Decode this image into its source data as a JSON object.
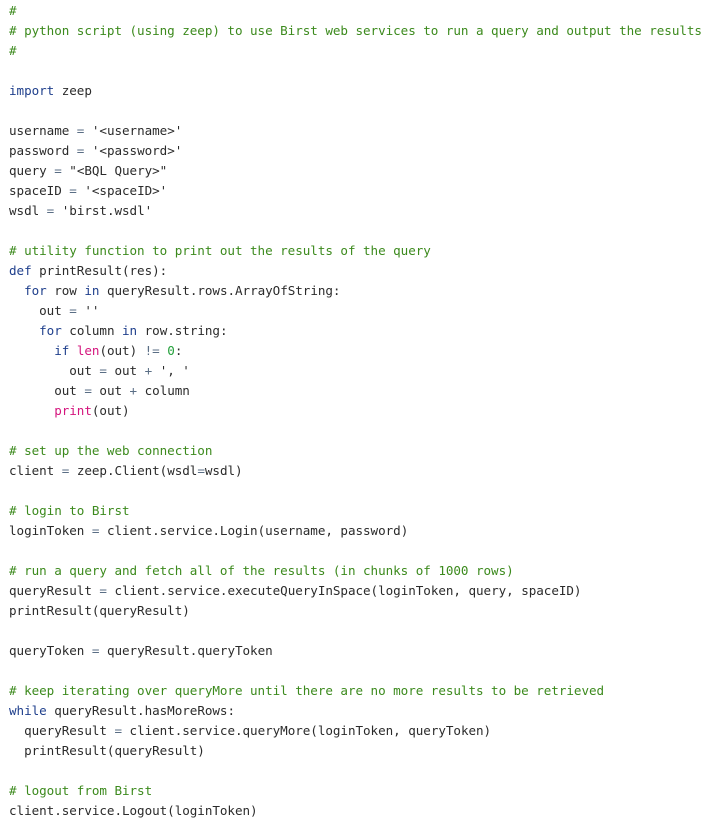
{
  "colors": {
    "background": "#ffffff",
    "text": "#2b2b2b",
    "comment": "#3c8a1d",
    "keyword": "#1f3f8c",
    "builtin": "#d4147d",
    "number": "#22a03a",
    "operator": "#5a6e85"
  },
  "code": {
    "language": "python",
    "lines": [
      [
        {
          "t": "comment",
          "v": "#"
        }
      ],
      [
        {
          "t": "comment",
          "v": "# python script (using zeep) to use Birst web services to run a query and output the results"
        }
      ],
      [
        {
          "t": "comment",
          "v": "#"
        }
      ],
      [],
      [
        {
          "t": "keyword",
          "v": "import"
        },
        {
          "t": "plain",
          "v": " zeep"
        }
      ],
      [],
      [
        {
          "t": "plain",
          "v": "username "
        },
        {
          "t": "op",
          "v": "="
        },
        {
          "t": "string",
          "v": " '<username>'"
        }
      ],
      [
        {
          "t": "plain",
          "v": "password "
        },
        {
          "t": "op",
          "v": "="
        },
        {
          "t": "string",
          "v": " '<password>'"
        }
      ],
      [
        {
          "t": "plain",
          "v": "query "
        },
        {
          "t": "op",
          "v": "="
        },
        {
          "t": "string",
          "v": " \"<BQL Query>\""
        }
      ],
      [
        {
          "t": "plain",
          "v": "spaceID "
        },
        {
          "t": "op",
          "v": "="
        },
        {
          "t": "string",
          "v": " '<spaceID>'"
        }
      ],
      [
        {
          "t": "plain",
          "v": "wsdl "
        },
        {
          "t": "op",
          "v": "="
        },
        {
          "t": "string",
          "v": " 'birst.wsdl'"
        }
      ],
      [],
      [
        {
          "t": "comment",
          "v": "# utility function to print out the results of the query"
        }
      ],
      [
        {
          "t": "keyword",
          "v": "def"
        },
        {
          "t": "plain",
          "v": " printResult(res):"
        }
      ],
      [
        {
          "t": "plain",
          "v": "  "
        },
        {
          "t": "keyword",
          "v": "for"
        },
        {
          "t": "plain",
          "v": " row "
        },
        {
          "t": "keyword",
          "v": "in"
        },
        {
          "t": "plain",
          "v": " queryResult.rows.ArrayOfString:"
        }
      ],
      [
        {
          "t": "plain",
          "v": "    out "
        },
        {
          "t": "op",
          "v": "="
        },
        {
          "t": "string",
          "v": " ''"
        }
      ],
      [
        {
          "t": "plain",
          "v": "    "
        },
        {
          "t": "keyword",
          "v": "for"
        },
        {
          "t": "plain",
          "v": " column "
        },
        {
          "t": "keyword",
          "v": "in"
        },
        {
          "t": "plain",
          "v": " row.string:"
        }
      ],
      [
        {
          "t": "plain",
          "v": "      "
        },
        {
          "t": "keyword",
          "v": "if"
        },
        {
          "t": "plain",
          "v": " "
        },
        {
          "t": "builtin",
          "v": "len"
        },
        {
          "t": "plain",
          "v": "(out) "
        },
        {
          "t": "op",
          "v": "!="
        },
        {
          "t": "plain",
          "v": " "
        },
        {
          "t": "number",
          "v": "0"
        },
        {
          "t": "plain",
          "v": ":"
        }
      ],
      [
        {
          "t": "plain",
          "v": "        out "
        },
        {
          "t": "op",
          "v": "="
        },
        {
          "t": "plain",
          "v": " out "
        },
        {
          "t": "op",
          "v": "+"
        },
        {
          "t": "string",
          "v": " ', '"
        }
      ],
      [
        {
          "t": "plain",
          "v": "      out "
        },
        {
          "t": "op",
          "v": "="
        },
        {
          "t": "plain",
          "v": " out "
        },
        {
          "t": "op",
          "v": "+"
        },
        {
          "t": "plain",
          "v": " column"
        }
      ],
      [
        {
          "t": "plain",
          "v": "      "
        },
        {
          "t": "builtin",
          "v": "print"
        },
        {
          "t": "plain",
          "v": "(out)"
        }
      ],
      [],
      [
        {
          "t": "comment",
          "v": "# set up the web connection"
        }
      ],
      [
        {
          "t": "plain",
          "v": "client "
        },
        {
          "t": "op",
          "v": "="
        },
        {
          "t": "plain",
          "v": " zeep.Client(wsdl"
        },
        {
          "t": "op",
          "v": "="
        },
        {
          "t": "plain",
          "v": "wsdl)"
        }
      ],
      [],
      [
        {
          "t": "comment",
          "v": "# login to Birst"
        }
      ],
      [
        {
          "t": "plain",
          "v": "loginToken "
        },
        {
          "t": "op",
          "v": "="
        },
        {
          "t": "plain",
          "v": " client.service.Login(username, password)"
        }
      ],
      [],
      [
        {
          "t": "comment",
          "v": "# run a query and fetch all of the results (in chunks of 1000 rows)"
        }
      ],
      [
        {
          "t": "plain",
          "v": "queryResult "
        },
        {
          "t": "op",
          "v": "="
        },
        {
          "t": "plain",
          "v": " client.service.executeQueryInSpace(loginToken, query, spaceID)"
        }
      ],
      [
        {
          "t": "plain",
          "v": "printResult(queryResult)"
        }
      ],
      [],
      [
        {
          "t": "plain",
          "v": "queryToken "
        },
        {
          "t": "op",
          "v": "="
        },
        {
          "t": "plain",
          "v": " queryResult.queryToken"
        }
      ],
      [],
      [
        {
          "t": "comment",
          "v": "# keep iterating over queryMore until there are no more results to be retrieved"
        }
      ],
      [
        {
          "t": "keyword",
          "v": "while"
        },
        {
          "t": "plain",
          "v": " queryResult.hasMoreRows:"
        }
      ],
      [
        {
          "t": "plain",
          "v": "  queryResult "
        },
        {
          "t": "op",
          "v": "="
        },
        {
          "t": "plain",
          "v": " client.service.queryMore(loginToken, queryToken)"
        }
      ],
      [
        {
          "t": "plain",
          "v": "  printResult(queryResult)"
        }
      ],
      [],
      [
        {
          "t": "comment",
          "v": "# logout from Birst"
        }
      ],
      [
        {
          "t": "plain",
          "v": "client.service.Logout(loginToken)"
        }
      ]
    ]
  }
}
